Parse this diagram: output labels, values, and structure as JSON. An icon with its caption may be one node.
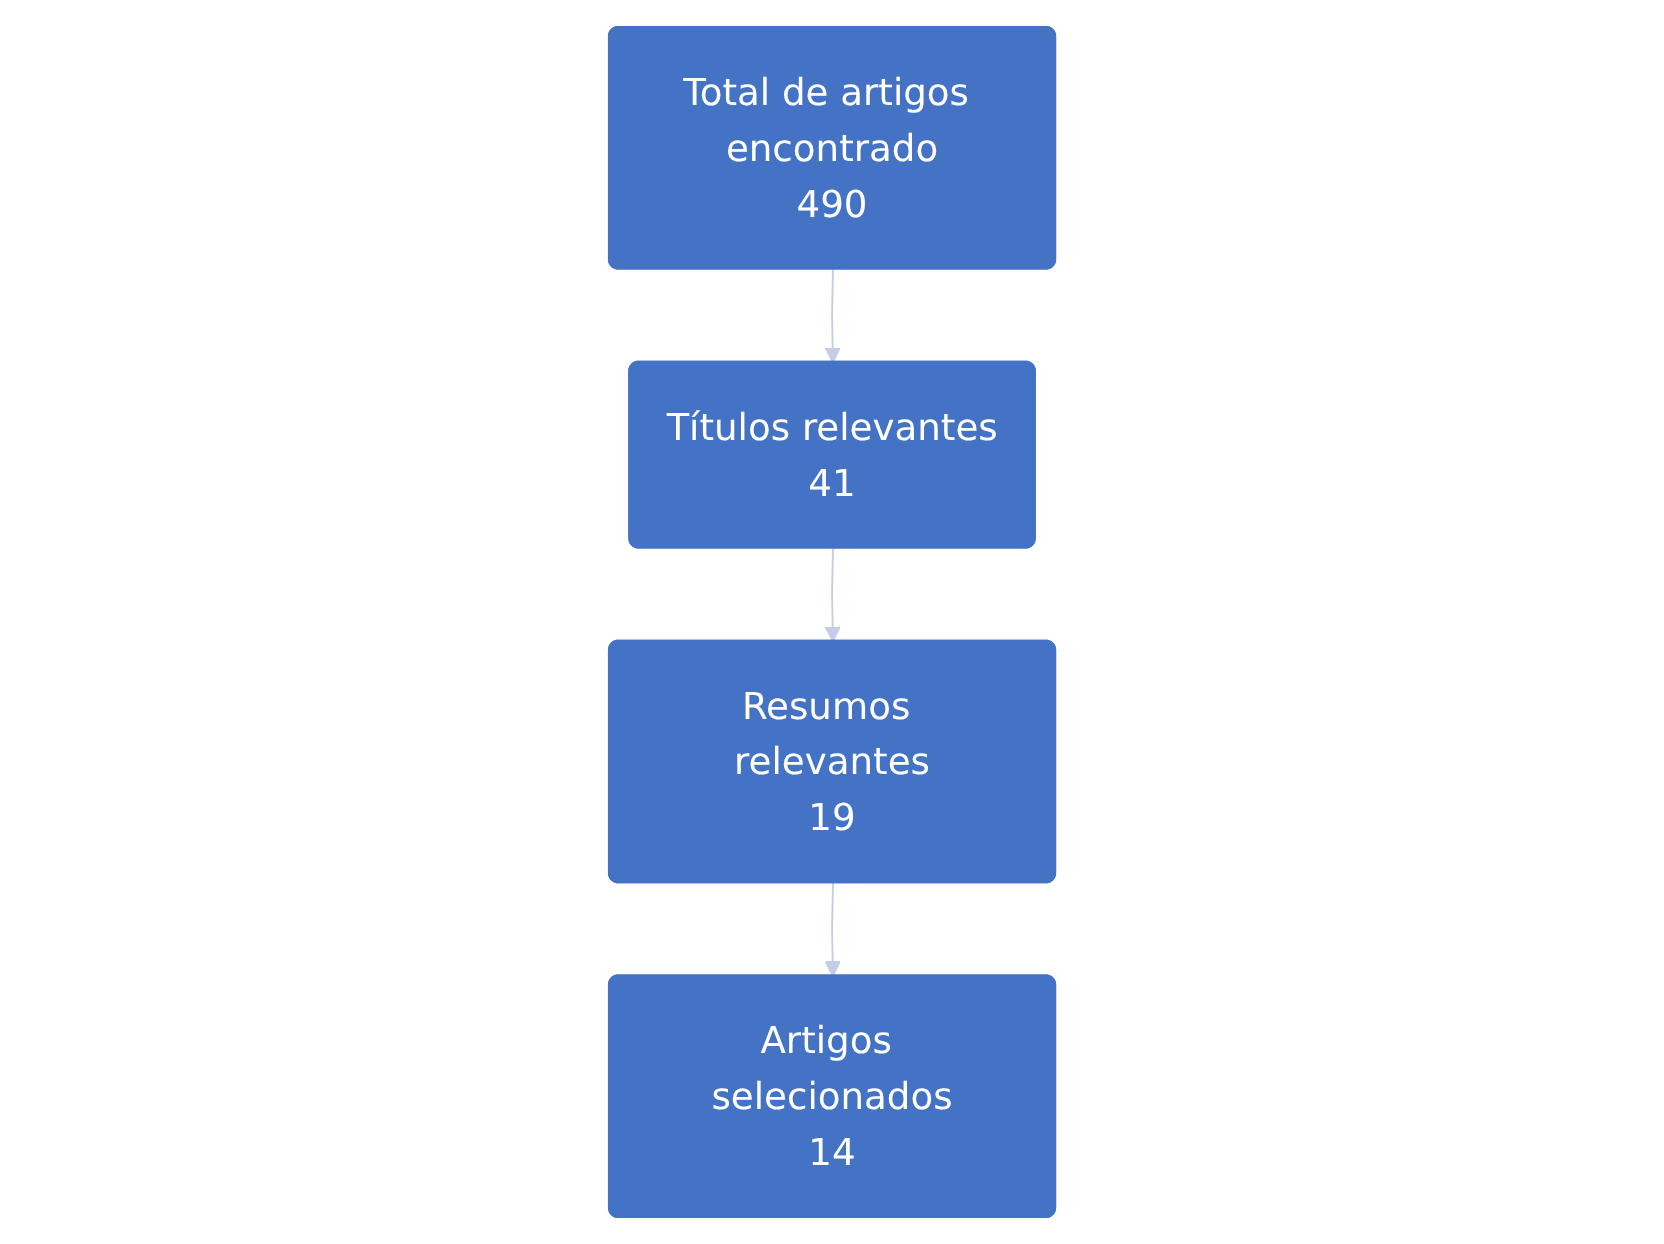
{
  "diagram": {
    "nodes": [
      {
        "text": [
          "Total de artigos encontrado",
          "490"
        ]
      },
      {
        "text": [
          "Títulos relevantes",
          "41"
        ]
      },
      {
        "text": [
          "Resumos relevantes",
          "19"
        ]
      },
      {
        "text": [
          "Artigos selecionados",
          "14"
        ]
      }
    ],
    "edges": [
      {
        "from": 0,
        "to": 1,
        "arrow": "to"
      },
      {
        "from": 1,
        "to": 2,
        "arrow": "to"
      },
      {
        "from": 2,
        "to": 3,
        "arrow": "to"
      }
    ]
  }
}
